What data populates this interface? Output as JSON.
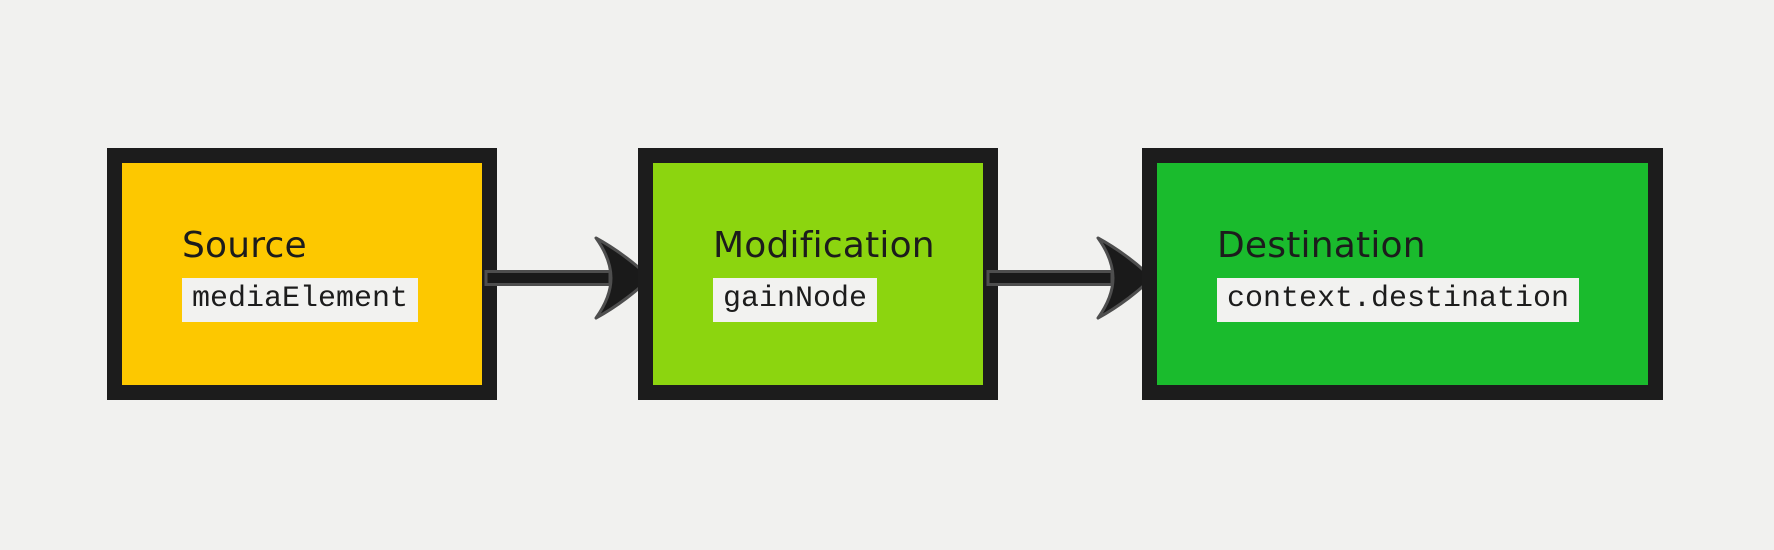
{
  "background_color": "#F1F1EF",
  "diagram": {
    "title": "web-audio-graph",
    "border_color": "#1C1C1C",
    "text_color": "#1C1C1C",
    "code_chip_bg": "#F2F2F0",
    "arrow_fill": "#1A1A1A",
    "arrow_outline": "#4E4E4E",
    "nodes": [
      {
        "label": "Source",
        "code": "mediaElement",
        "fill": "#FDC800"
      },
      {
        "label": "Modification",
        "code": "gainNode",
        "fill": "#8CD50F"
      },
      {
        "label": "Destination",
        "code": "context.destination",
        "fill": "#1ABB2D"
      }
    ],
    "connections": [
      {
        "from": "Source",
        "to": "Modification"
      },
      {
        "from": "Modification",
        "to": "Destination"
      }
    ]
  }
}
